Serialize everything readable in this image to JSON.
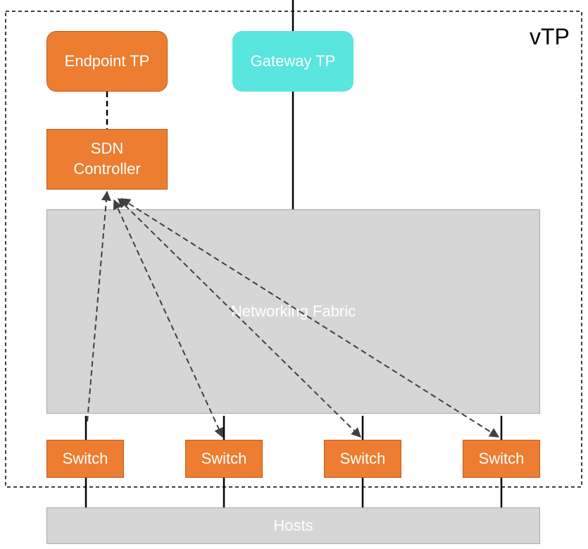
{
  "diagram": {
    "boundary_label": "vTP",
    "nodes": {
      "endpoint_tp": "Endpoint TP",
      "gateway_tp": "Gateway TP",
      "sdn_controller": [
        "SDN",
        "Controller"
      ],
      "networking_fabric": "Networking Fabric",
      "hosts": "Hosts",
      "switches": [
        "Switch",
        "Switch",
        "Switch",
        "Switch"
      ]
    },
    "edges": [
      {
        "from": "endpoint_tp",
        "to": "sdn_controller",
        "style": "dashed"
      },
      {
        "from": "external",
        "to": "gateway_tp",
        "style": "solid"
      },
      {
        "from": "gateway_tp",
        "to": "networking_fabric",
        "style": "solid"
      },
      {
        "from": "switch_1",
        "to": "sdn_controller",
        "style": "dashed",
        "arrow": true
      },
      {
        "from": "sdn_controller",
        "to": "switch_2",
        "style": "dashed",
        "arrow": true
      },
      {
        "from": "sdn_controller",
        "to": "switch_3",
        "style": "dashed",
        "arrow": true
      },
      {
        "from": "sdn_controller",
        "to": "switch_4",
        "style": "dashed",
        "arrow": true
      },
      {
        "from": "networking_fabric",
        "to": "switch_1",
        "style": "solid"
      },
      {
        "from": "networking_fabric",
        "to": "switch_2",
        "style": "solid"
      },
      {
        "from": "networking_fabric",
        "to": "switch_3",
        "style": "solid"
      },
      {
        "from": "networking_fabric",
        "to": "switch_4",
        "style": "solid"
      },
      {
        "from": "switch_1",
        "to": "hosts",
        "style": "solid"
      },
      {
        "from": "switch_2",
        "to": "hosts",
        "style": "solid"
      },
      {
        "from": "switch_3",
        "to": "hosts",
        "style": "solid"
      },
      {
        "from": "switch_4",
        "to": "hosts",
        "style": "solid"
      }
    ],
    "colors": {
      "orange_node": "#ed7d31",
      "gateway_node": "#58e6df",
      "gray_block": "#d6d6d6",
      "edge": "#000000",
      "dashed_edge": "#404040"
    }
  }
}
